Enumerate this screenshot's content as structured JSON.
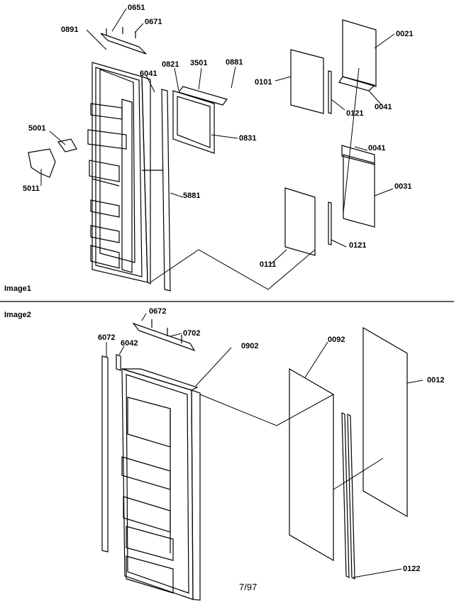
{
  "sections": [
    {
      "name": "Image1"
    },
    {
      "name": "Image2"
    }
  ],
  "callouts": {
    "c0651": "0651",
    "c0671": "0671",
    "c0891": "0891",
    "c6041": "6041",
    "c0821": "0821",
    "c3501": "3501",
    "c0881": "0881",
    "c0101": "0101",
    "c0021": "0021",
    "c0121a": "0121",
    "c0041a": "0041",
    "c5001": "5001",
    "c5011": "5011",
    "c0831": "0831",
    "c0041b": "0041",
    "c0031": "0031",
    "c5881": "5881",
    "c0121b": "0121",
    "c0111": "0111",
    "c0672": "0672",
    "c0702": "0702",
    "c6072": "6072",
    "c6042": "6042",
    "c0902": "0902",
    "c0092": "0092",
    "c0012": "0012",
    "c0122": "0122"
  },
  "footer": "7/97"
}
